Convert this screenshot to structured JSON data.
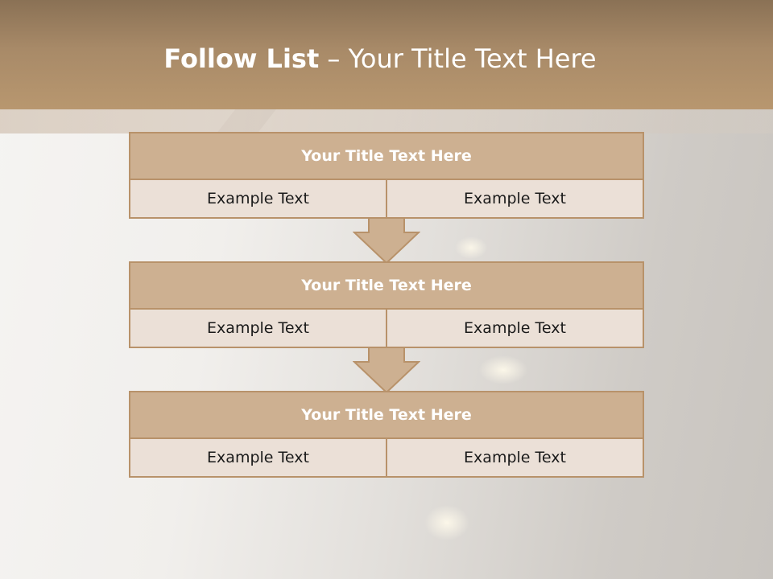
{
  "slide": {
    "title_bold": "Follow List",
    "title_rest": "– Your Title Text Here"
  },
  "steps": [
    {
      "title": "Your Title Text Here",
      "left": "Example Text",
      "right": "Example Text"
    },
    {
      "title": "Your Title Text Here",
      "left": "Example Text",
      "right": "Example Text"
    },
    {
      "title": "Your Title Text Here",
      "left": "Example Text",
      "right": "Example Text"
    }
  ],
  "colors": {
    "header": "#a88a68",
    "card_header": "#cdb091",
    "card_cell": "#ebe0d7",
    "border": "#b8926a"
  },
  "icons": {
    "arrow": "arrow-down-icon"
  }
}
